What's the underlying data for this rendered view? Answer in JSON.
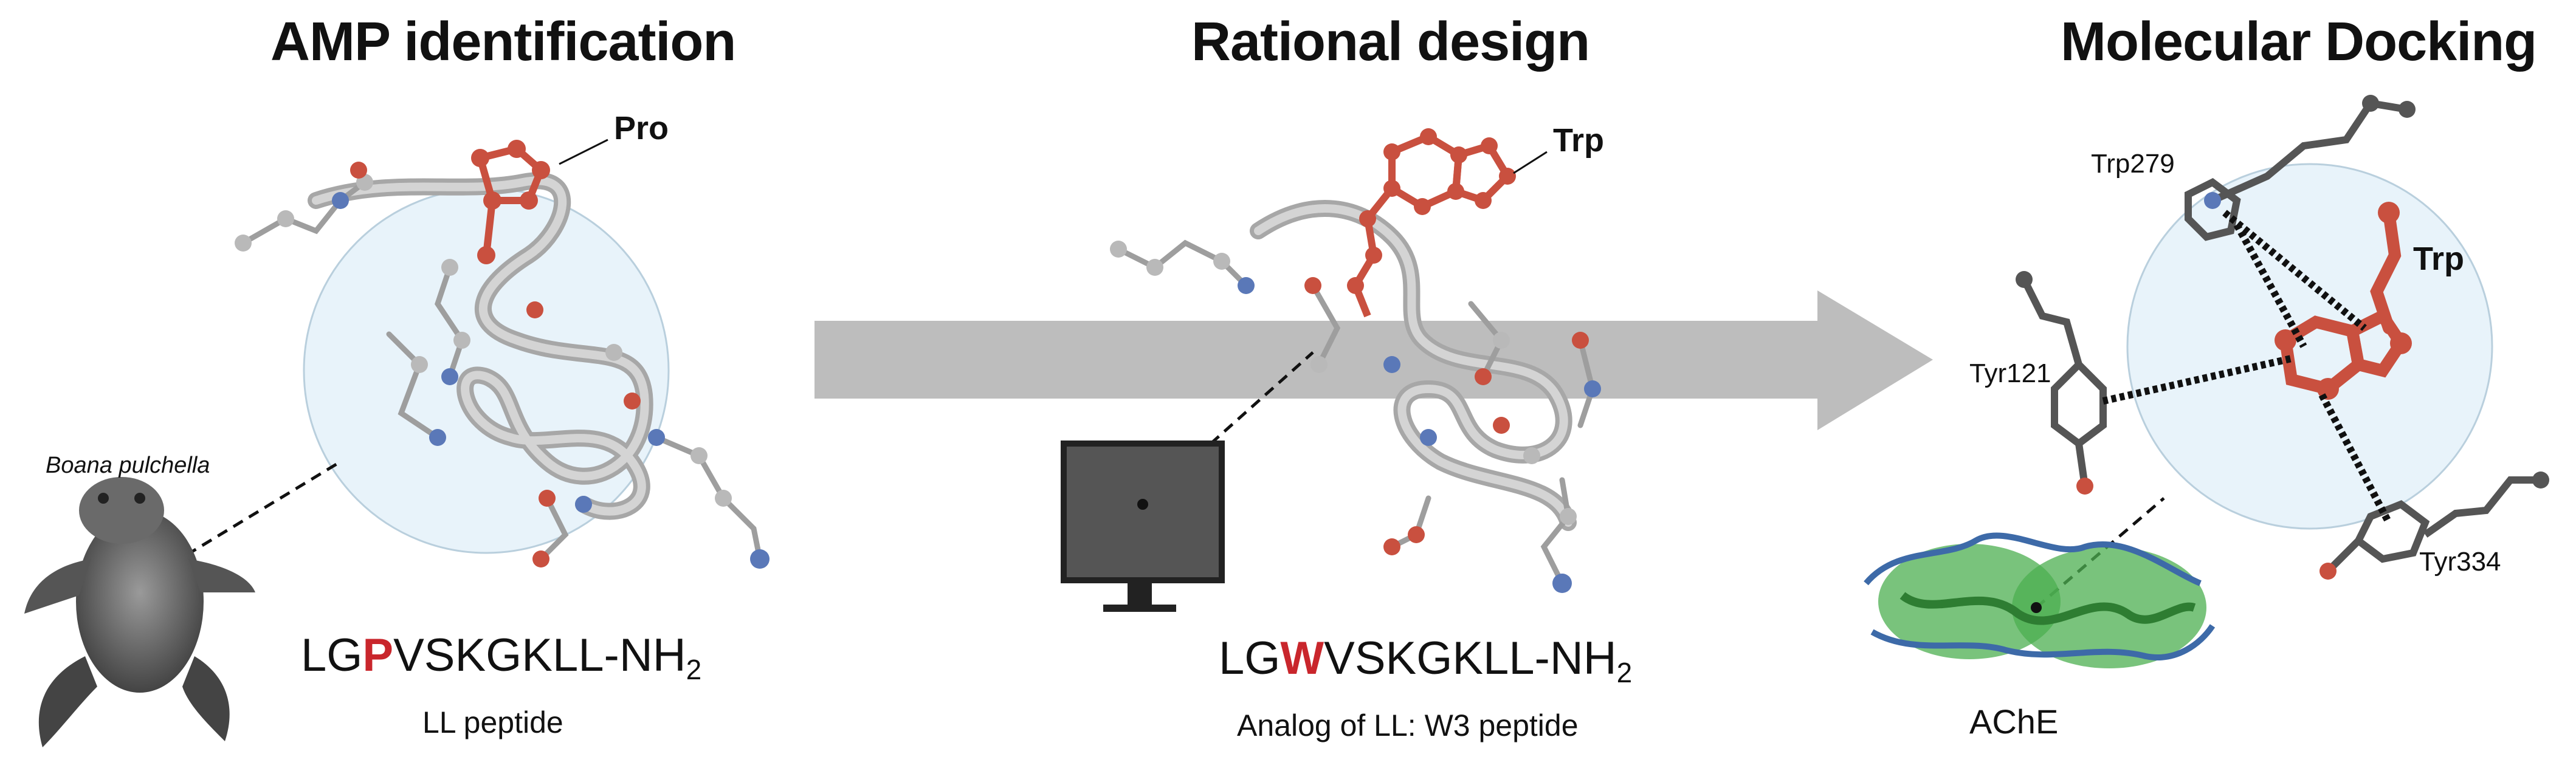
{
  "panels": [
    {
      "title": "AMP identification",
      "species": "Boana pulchella",
      "sequence": {
        "prefix": "LGP",
        "before": "LG",
        "mutation": "P",
        "after": "VSKGKLL-NH",
        "subscript": "2"
      },
      "residue_label": "Pro",
      "caption": "LL peptide"
    },
    {
      "title": "Rational design",
      "sequence": {
        "before": "LG",
        "mutation": "W",
        "after": "VSKGKLL-NH",
        "subscript": "2"
      },
      "residue_label": "Trp",
      "caption": "Analog of LL: W3 peptide"
    },
    {
      "title": "Molecular Docking",
      "ligand_label": "Trp",
      "residues": [
        "Trp279",
        "Tyr121",
        "Tyr334"
      ],
      "caption": "AChE"
    }
  ],
  "colors": {
    "highlight_red": "#c9262c",
    "atom_red": "#c9503f",
    "atom_grey": "#b9b9b9",
    "atom_blue": "#5a78b8",
    "circle_fill": "#e8f3fa",
    "arrow_grey": "#bdbdbd",
    "protein_green": "#4caf50",
    "protein_blue": "#3d6aa8"
  },
  "icons": [
    "frog-image",
    "computer-monitor-icon",
    "ache-protein-image"
  ]
}
